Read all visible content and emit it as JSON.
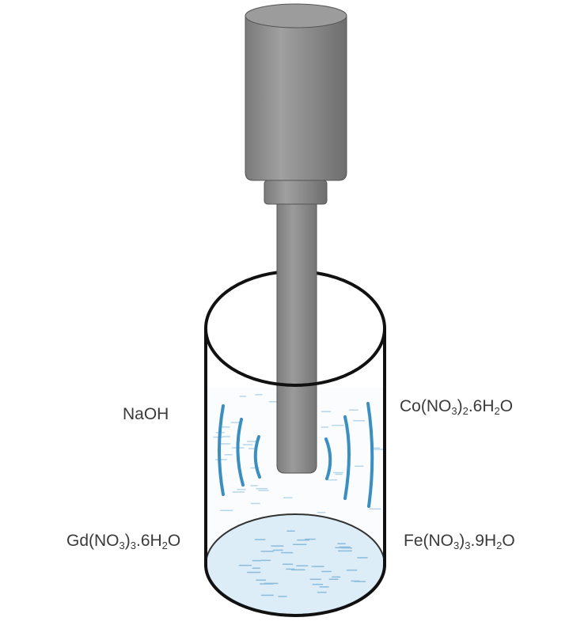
{
  "labels": {
    "naoh": {
      "main": "NaOH"
    },
    "cobalt": {
      "a": "Co(NO",
      "s1": "3",
      "b": ")",
      "s2": "2",
      "c": ".6H",
      "s3": "2",
      "d": "O"
    },
    "gadolinium": {
      "a": "Gd(NO",
      "s1": "3",
      "b": ")",
      "s2": "3",
      "c": ".6H",
      "s3": "2",
      "d": "O"
    },
    "iron": {
      "a": "Fe(NO",
      "s1": "3",
      "b": ")",
      "s2": "3",
      "c": ".9H",
      "s3": "2",
      "d": "O"
    }
  },
  "colors": {
    "wave": "#3a8fc0",
    "liquid": "#dcedf8",
    "motor": "#8a8a8a",
    "outline": "#111111"
  }
}
